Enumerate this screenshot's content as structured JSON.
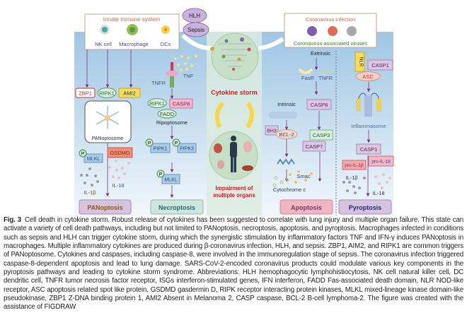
{
  "figure": {
    "innate_box": {
      "title": "Innate immune system",
      "cells": [
        "NK cell",
        "Macrophage",
        "DCs"
      ]
    },
    "clouds": [
      "HLH",
      "Sepsis"
    ],
    "virus_box": {
      "title": "Coronavirus infection",
      "subtitle": "Coronavirus associated viruses"
    },
    "panoptosis": {
      "triggers": [
        "ZBP1",
        "RIPK1",
        "AMI2"
      ],
      "complex": "PANoptosome",
      "p": "P",
      "mlkl": "MLKL",
      "gsdmd": "GSDMD",
      "il1b": "IL-1β",
      "il18": "IL-18",
      "label": "PANoptosis"
    },
    "necroptosis": {
      "tnf": "TNF",
      "tnfr": "TNFR",
      "ripk1": "RIPK1",
      "casp8": "CASP8",
      "fadd": "FADD",
      "complex": "Ripoptosome",
      "pipk1": "PIPK1",
      "pipk3": "PIPK3",
      "mlkl": "MLKL",
      "p": "P",
      "label": "Necroptosis"
    },
    "center": {
      "cytokine_storm": "Cytokine storm",
      "impairment_1": "Impairment of",
      "impairment_2": "multiple organs"
    },
    "apoptosis": {
      "extrinsic": "Extrinsic",
      "fasr": "FasR",
      "tnfr": "TNFR",
      "casp8": "CASP8",
      "intrinsic": "Intrinsic",
      "bh3": "BH3",
      "bcl2": "BCL-2",
      "casp3": "CASP3",
      "casp7": "CASP7",
      "smac": "Smac",
      "cytc": "Cytochrome c",
      "label": "Apoptosis"
    },
    "pyroptosis": {
      "nlr": "NLR",
      "casp1_top": "CASP1",
      "asc": "ASC",
      "inflammasome": "Inflammasome",
      "casp1": "CASP1",
      "pro_il1b": "pro-IL-1β",
      "pro_il18": "pro-IL-18",
      "il1b": "IL-1β",
      "il18": "IL-18",
      "label": "Pyroptosis"
    },
    "colors": {
      "background_blue": "#a9cbe6",
      "center_green": "#dcebe0",
      "red_text": "#e0141e",
      "arrow": "#6b3f7c"
    }
  },
  "caption": {
    "label": "Fig. 3",
    "text": "Cell death in cytokine storm. Robust release of cytokines has been suggested to correlate with lung injury and multiple organ failure. This state can activate a variety of cell death pathways, including but not limited to PANoptosis, necroptosis, apoptosis, and pyroptosis. Macrophages infected in conditions such as sepsis and HLH can trigger cytokine storm, during which the synergistic stimulation by inflammatory factors TNF and IFN-γ induces PANoptosis in macrophages. Multiple inflammatory cytokines are produced during β-coronavirus infection, HLH, and sepsis. ZBP1, AIM2, and RIPK1 are common triggers of PANoptosome. Cytokines and caspases, including caspase-8, were involved in the immunoregulation stage of sepsis. The coronavirus infection triggered caspase-8-dependent apoptosis and lead to lung damage. SARS-CoV-2-encoded coronavirus products could modulate various key components in the pyroptosis pathways and leading to cytokine storm syndrome. Abbreviations: HLH hemophagocytic lymphohistiocytosis, NK cell natural killer cell, DC dendritic cell, TNFR tumor necrosis factor receptor, ISGs interferon-stimulated genes, IFN interferon, FADD Fas-associated death domain, NLR NOD-like receptor, ASC apoptosis related spot like protein, GSDMD gasdermin D, RIPK receptor interacting protein kinases, MLKL mixed-lineage kinase domain-like pseudokinase, ZBP1 Z-DNA binding protein 1, AMI2 Absent in Melanoma 2, CASP caspase, BCL-2 B-cell lymphoma-2. The figure was created with the assistance of FIGDRAW"
  }
}
